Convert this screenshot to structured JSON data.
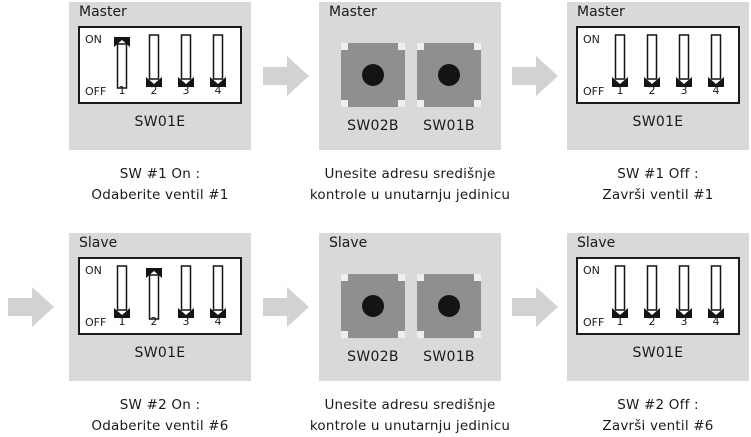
{
  "colors": {
    "panel": "#d9d9d9",
    "arrow": "#d2d2d2",
    "button": "#8f8f8f",
    "button_corner": "#eeeeee",
    "ink": "#141414"
  },
  "dip_labels": {
    "on": "ON",
    "off": "OFF",
    "numbers": [
      "1",
      "2",
      "3",
      "4"
    ]
  },
  "rows": [
    {
      "first": {
        "title": "Master",
        "name": "SW01E",
        "switches_on": [
          true,
          false,
          false,
          false
        ],
        "caption": [
          "SW #1 On :",
          "Odaberite ventil #1"
        ]
      },
      "middle": {
        "title": "Master",
        "buttons": [
          "SW02B",
          "SW01B"
        ],
        "caption": [
          "Unesite adresu središnje",
          "kontrole u unutarnju jedinicu"
        ]
      },
      "last": {
        "title": "Master",
        "name": "SW01E",
        "switches_on": [
          false,
          false,
          false,
          false
        ],
        "caption": [
          "SW #1 Off :",
          "Završi ventil #1"
        ]
      }
    },
    {
      "first": {
        "title": "Slave",
        "name": "SW01E",
        "switches_on": [
          false,
          true,
          false,
          false
        ],
        "caption": [
          "SW #2 On :",
          "Odaberite ventil #6"
        ]
      },
      "middle": {
        "title": "Slave",
        "buttons": [
          "SW02B",
          "SW01B"
        ],
        "caption": [
          "Unesite adresu središnje",
          "kontrole u unutarnju jedinicu"
        ]
      },
      "last": {
        "title": "Slave",
        "name": "SW01E",
        "switches_on": [
          false,
          false,
          false,
          false
        ],
        "caption": [
          "SW #2 Off :",
          "Završi ventil #6"
        ]
      }
    }
  ]
}
